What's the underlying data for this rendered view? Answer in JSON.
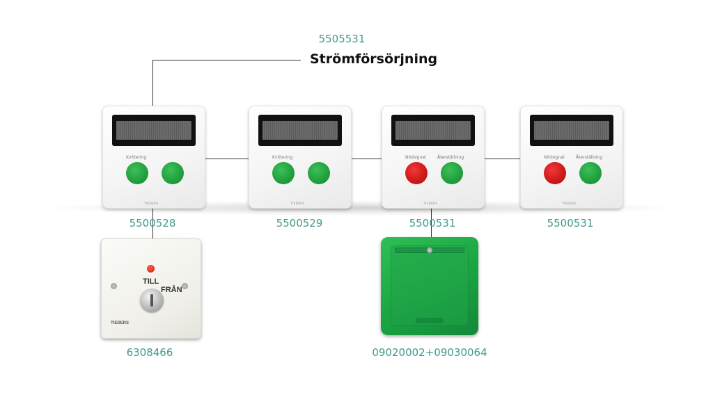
{
  "power_supply": {
    "code": "5505531",
    "label": "Strömförsörjning"
  },
  "panels": [
    {
      "code": "5500528",
      "button_labels": [
        "Kvittering",
        ""
      ],
      "button_colors": [
        "green",
        "green"
      ],
      "brand": "TIEDERS"
    },
    {
      "code": "5500529",
      "button_labels": [
        "Kvittering",
        ""
      ],
      "button_colors": [
        "green",
        "green"
      ],
      "brand": "TIEDERS"
    },
    {
      "code": "5500531",
      "button_labels": [
        "Nödsignal",
        "Återställning"
      ],
      "button_colors": [
        "red",
        "green"
      ],
      "brand": "TIEDERS"
    },
    {
      "code": "5500531",
      "button_labels": [
        "Nödsignal",
        "Återställning"
      ],
      "button_colors": [
        "red",
        "green"
      ],
      "brand": "TIEDERS"
    }
  ],
  "key_switch": {
    "code": "6308466",
    "on_label": "TILL",
    "off_label": "FRÅN",
    "brand": "TIEDERS"
  },
  "socket": {
    "code": "09020002+09030064"
  },
  "colors": {
    "code_text": "#3f9a8c",
    "button_green": "#22a23e",
    "button_red": "#d01a1a",
    "socket_green": "#19a240"
  }
}
